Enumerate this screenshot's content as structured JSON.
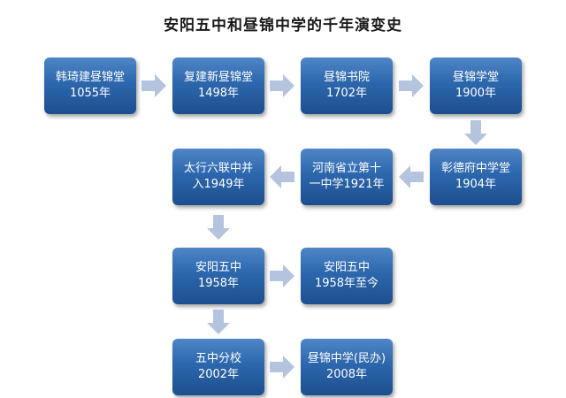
{
  "title": "安阳五中和昼锦中学的千年演变史",
  "nodes": [
    {
      "name": "韩琦建昼锦堂",
      "year": "1055年"
    },
    {
      "name": "复建新昼锦堂",
      "year": "1498年"
    },
    {
      "name": "昼锦书院",
      "year": "1702年"
    },
    {
      "name": "昼锦学堂",
      "year": "1900年"
    },
    {
      "name": "彰德府中学堂",
      "year": "1904年"
    },
    {
      "name": "河南省立第十",
      "year": "一中学1921年"
    },
    {
      "name": "太行六联中并",
      "year": "入1949年"
    },
    {
      "name": "安阳五中",
      "year": "1958年"
    },
    {
      "name": "安阳五中",
      "year": "1958年至今"
    },
    {
      "name": "五中分校",
      "year": "2002年"
    },
    {
      "name": "昼锦中学(民办)",
      "year": "2008年"
    }
  ],
  "colors": {
    "node_fill": "#2c67ad",
    "arrow_fill": "#b5c4de"
  }
}
